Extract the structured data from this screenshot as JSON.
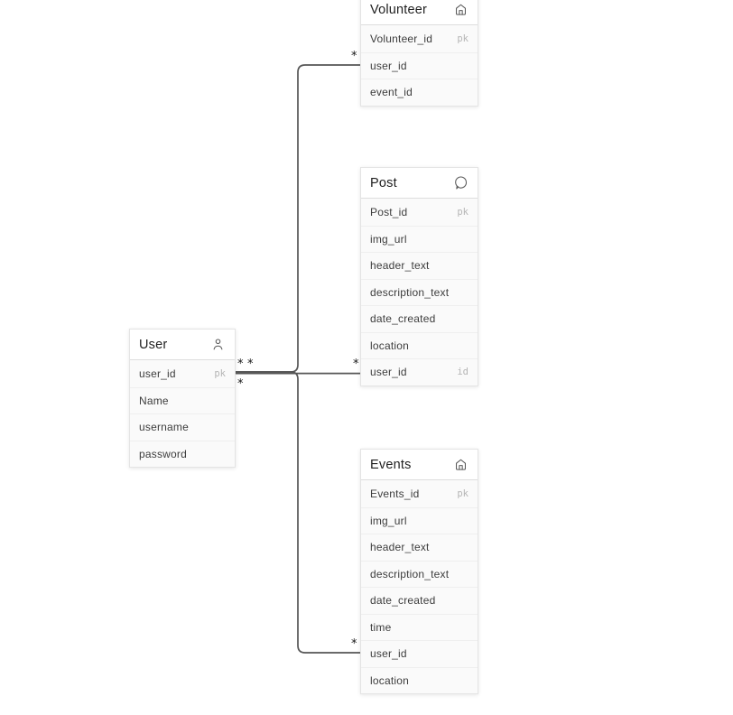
{
  "tables": {
    "volunteer": {
      "title": "Volunteer",
      "icon": "home-icon",
      "fields": [
        {
          "name": "Volunteer_id",
          "key": "pk"
        },
        {
          "name": "user_id",
          "key": ""
        },
        {
          "name": "event_id",
          "key": ""
        }
      ]
    },
    "post": {
      "title": "Post",
      "icon": "chat-bubble-icon",
      "fields": [
        {
          "name": "Post_id",
          "key": "pk"
        },
        {
          "name": "img_url",
          "key": ""
        },
        {
          "name": "header_text",
          "key": ""
        },
        {
          "name": "description_text",
          "key": ""
        },
        {
          "name": "date_created",
          "key": ""
        },
        {
          "name": "location",
          "key": ""
        },
        {
          "name": "user_id",
          "key": "id"
        }
      ]
    },
    "user": {
      "title": "User",
      "icon": "person-icon",
      "fields": [
        {
          "name": "user_id",
          "key": "pk"
        },
        {
          "name": "Name",
          "key": ""
        },
        {
          "name": "username",
          "key": ""
        },
        {
          "name": "password",
          "key": ""
        }
      ]
    },
    "events": {
      "title": "Events",
      "icon": "home-icon",
      "fields": [
        {
          "name": "Events_id",
          "key": "pk"
        },
        {
          "name": "img_url",
          "key": ""
        },
        {
          "name": "header_text",
          "key": ""
        },
        {
          "name": "description_text",
          "key": ""
        },
        {
          "name": "date_created",
          "key": ""
        },
        {
          "name": "time",
          "key": ""
        },
        {
          "name": "user_id",
          "key": ""
        },
        {
          "name": "location",
          "key": ""
        }
      ]
    }
  },
  "relationships": [
    {
      "from": "User.user_id",
      "to": "Volunteer.user_id",
      "from_marker": "*",
      "to_marker": "*"
    },
    {
      "from": "User.user_id",
      "to": "Post.user_id",
      "from_marker": "*",
      "to_marker": "*"
    },
    {
      "from": "User.user_id",
      "to": "Events.user_id",
      "from_marker": "*",
      "to_marker": "*"
    }
  ],
  "colors": {
    "canvas_bg": "#ffffff",
    "line": "#565656",
    "table_border": "#e4e4e4",
    "row_bg": "#fafafa",
    "title_text": "#1f1f1f",
    "field_text": "#3d3d3d",
    "key_text": "#b5b5b5"
  }
}
